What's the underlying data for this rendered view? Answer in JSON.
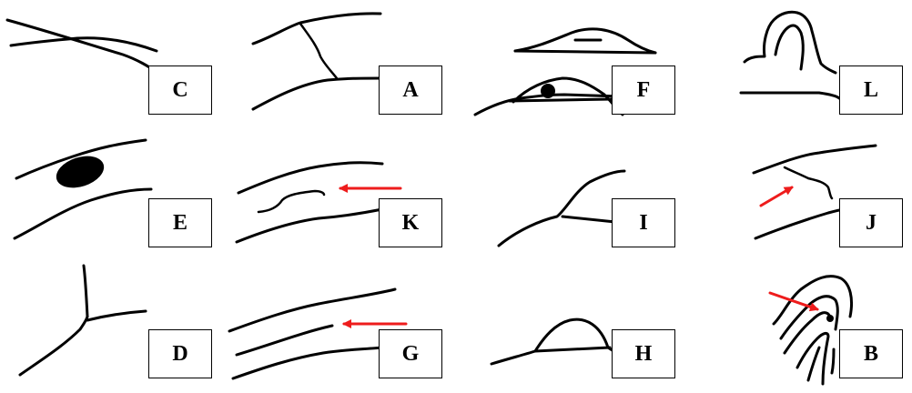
{
  "figure": {
    "panels": [
      {
        "id": "C",
        "label": "C",
        "has_arrow": false
      },
      {
        "id": "A",
        "label": "A",
        "has_arrow": false
      },
      {
        "id": "F",
        "label": "F",
        "has_arrow": false
      },
      {
        "id": "L",
        "label": "L",
        "has_arrow": false
      },
      {
        "id": "E",
        "label": "E",
        "has_arrow": false
      },
      {
        "id": "K",
        "label": "K",
        "has_arrow": true
      },
      {
        "id": "I",
        "label": "I",
        "has_arrow": false
      },
      {
        "id": "J",
        "label": "J",
        "has_arrow": true
      },
      {
        "id": "D",
        "label": "D",
        "has_arrow": false
      },
      {
        "id": "G",
        "label": "G",
        "has_arrow": true
      },
      {
        "id": "H",
        "label": "H",
        "has_arrow": false
      },
      {
        "id": "B",
        "label": "B",
        "has_arrow": true
      }
    ],
    "colors": {
      "line": "#000000",
      "arrow": "#ee1c1c",
      "background": "#ffffff"
    }
  }
}
